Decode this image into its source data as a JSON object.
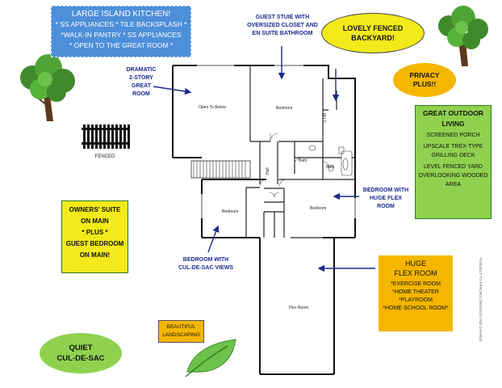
{
  "kitchen": {
    "title": "LARGE ISLAND KITCHEN!",
    "line1": "* SS APPLIANCES * TILE BACKSPLASH *",
    "line2": "*WALK-IN PANTRY * SS APPLIANCES",
    "line3": "* OPEN TO THE GREAT ROOM *"
  },
  "callouts": {
    "guest_suite": [
      "GUEST STUIE WITH",
      "OVERSIZED CLOSET AND",
      "EN SUITE BATHROOM"
    ],
    "great_room": [
      "DRAMATIC",
      "2-STORY",
      "GREAT",
      "ROOM"
    ],
    "bedroom_flex": [
      "BEDROOM WITH",
      "HUGE FLEX",
      "ROOM"
    ],
    "bedroom_culdesac": [
      "BEDROOM WITH",
      "CUL-DE-SAC VIEWS"
    ]
  },
  "backyard": [
    "LOVELY FENCED",
    "BACKYARD!"
  ],
  "privacy": [
    "PRIVACY",
    "PLUS!!"
  ],
  "outdoor": {
    "title": [
      "GREAT OUTDOOR",
      "LIVING"
    ],
    "items": [
      "SCREENED PORCH",
      "UPSCALE TREX-TYPE GRILLING DECK",
      "LEVEL FENCED YARD OVERLOOKING WOODED AREA"
    ]
  },
  "owners": [
    "OWNERS' SUITE",
    "ON MAIN",
    "* PLUS *",
    "GUEST BEDROOM",
    "ON MAIN!"
  ],
  "flex": {
    "title": [
      "HUGE",
      "FLEX ROOM"
    ],
    "items": [
      "*EXERCISE ROOM",
      "*HOME THEATER",
      "*PLAYROOM",
      "*HOME SCHOOL ROOM*"
    ]
  },
  "landscaping": [
    "BEAUTIFUL",
    "LANDSCAPING"
  ],
  "quiet": [
    "QUIET",
    "CUL-DE-SAC"
  ],
  "fenced_label": "FENCED",
  "disclaimer": "*SUBJECT TO ERRORS OMISSION AND CHANGE",
  "plan": {
    "open_to_below": "Open To Below",
    "bedroom": "Bedroom",
    "wic": "W.I.C.",
    "bath": "Bath",
    "hall": "Hall",
    "flex_room": "Flex Room"
  },
  "colors": {
    "blue_box": "#4e8fd9",
    "yellow": "#f2ea1a",
    "orange": "#f5b600",
    "green": "#8fd14f",
    "navy_text": "#1b2a8c"
  }
}
